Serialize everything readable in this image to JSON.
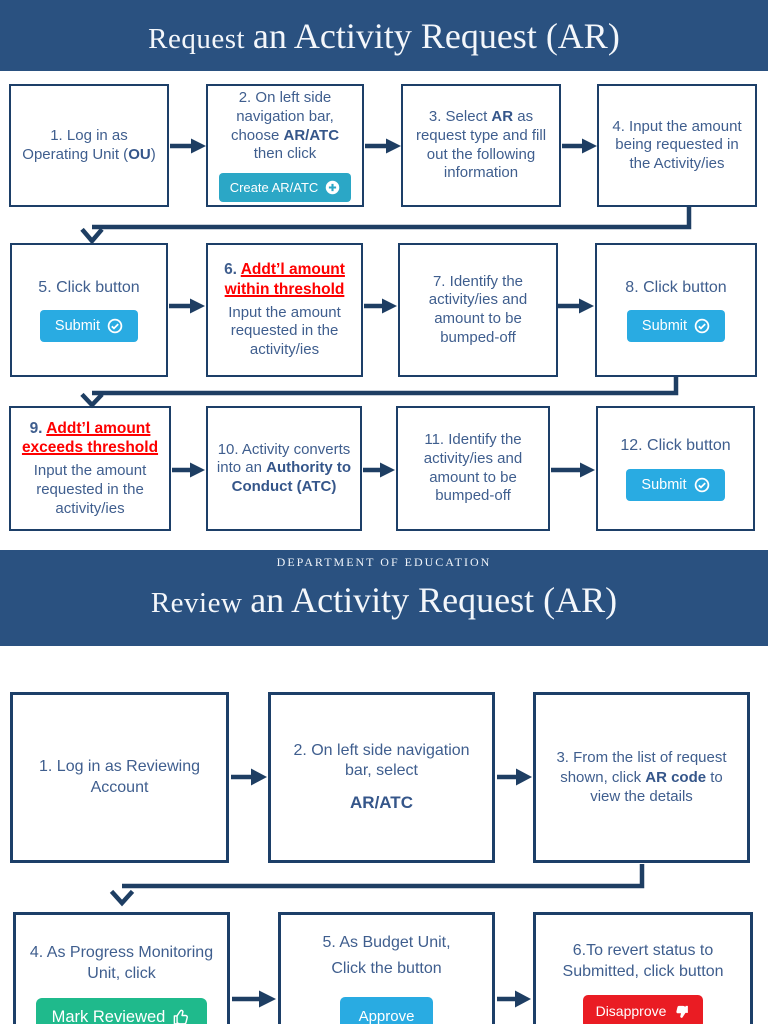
{
  "colors": {
    "band_blue": "#2a5180",
    "box_border": "#1d3f68",
    "arrow": "#1e3e63",
    "step_text": "#3f5e8e",
    "alert_red": "#fe0000",
    "submit_blue": "#29abe2",
    "create_teal": "#2ba7c6",
    "reviewed_green": "#1fba8c",
    "disapprove_red": "#ea1c23"
  },
  "header": {
    "title_prefix": "Request ",
    "title_rest": "an Activity Request (AR)"
  },
  "request_flow": {
    "step1": {
      "pre": "1. Log in as Operating Unit (",
      "bold": "OU",
      "post": ")"
    },
    "step2": {
      "pre": "2. On left side navigation bar, choose ",
      "bold": "AR/ATC",
      "post": " then click",
      "button": "Create AR/ATC",
      "button_icon": "plus-circle-icon"
    },
    "step3": {
      "pre": "3. Select ",
      "bold": "AR",
      "post": " as request type and fill out the following information"
    },
    "step4": {
      "text": "4. Input the amount being requested in the Activity/ies"
    },
    "step5": {
      "text": "5. Click button",
      "button": "Submit",
      "button_icon": "check-circle-icon"
    },
    "step6": {
      "num": "6. ",
      "heading": "Addt’l amount within threshold",
      "body": "Input the amount requested in the activity/ies"
    },
    "step7": {
      "text": "7. Identify the activity/ies and amount to be bumped-off"
    },
    "step8": {
      "text": "8. Click button",
      "button": "Submit",
      "button_icon": "check-circle-icon"
    },
    "step9": {
      "num": "9. ",
      "heading": "Addt’l amount exceeds threshold",
      "body": "Input the amount requested in the activity/ies"
    },
    "step10": {
      "pre": "10. Activity converts into an ",
      "bold": "Authority to Conduct (ATC)"
    },
    "step11": {
      "text": "11. Identify the activity/ies and amount to be bumped-off"
    },
    "step12": {
      "text": "12. Click button",
      "button": "Submit",
      "button_icon": "check-circle-icon"
    }
  },
  "divider": {
    "department": "DEPARTMENT OF EDUCATION",
    "title_prefix": "Review ",
    "title_rest": "an Activity Request (AR)"
  },
  "review_flow": {
    "step1": {
      "text": "1. Log in as Reviewing Account"
    },
    "step2": {
      "pre": "2.  On left side navigation bar, select",
      "bold": "AR/ATC"
    },
    "step3": {
      "pre": "3. From the list of request shown, click ",
      "bold": "AR code",
      "post": " to view the details"
    },
    "step4": {
      "text": "4. As Progress Monitoring Unit, click",
      "button": "Mark Reviewed",
      "button_icon": "thumbs-up-icon"
    },
    "step5": {
      "line1": "5. As Budget Unit,",
      "line2": "Click the button",
      "button": "Approve"
    },
    "step6": {
      "text": "6.To revert status to Submitted, click button",
      "button": "Disapprove",
      "button_icon": "thumbs-down-icon"
    }
  }
}
